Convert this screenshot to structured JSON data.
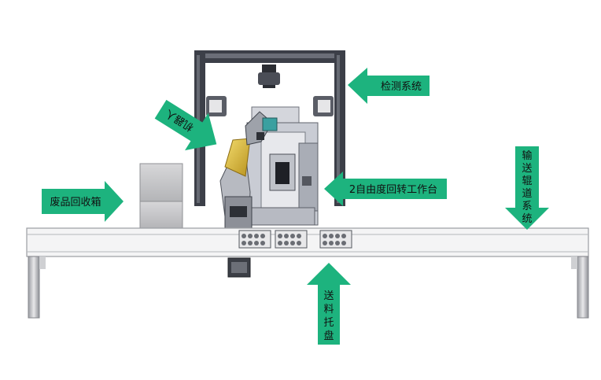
{
  "labels": {
    "inspection": "检测系统",
    "robot": "机器人",
    "turntable": "2自由度回转工作台",
    "reject_bin": "废品回收箱",
    "conveyor": [
      "输",
      "送",
      "辊",
      "道",
      "系",
      "统"
    ],
    "tray": [
      "送",
      "料",
      "托",
      "盘"
    ]
  },
  "colors": {
    "arrow": "#1db37e",
    "frame": "#3c3f48",
    "machine": "#c9ccd4",
    "rail": "#f2f2f2",
    "gold": "#d8b53c"
  }
}
